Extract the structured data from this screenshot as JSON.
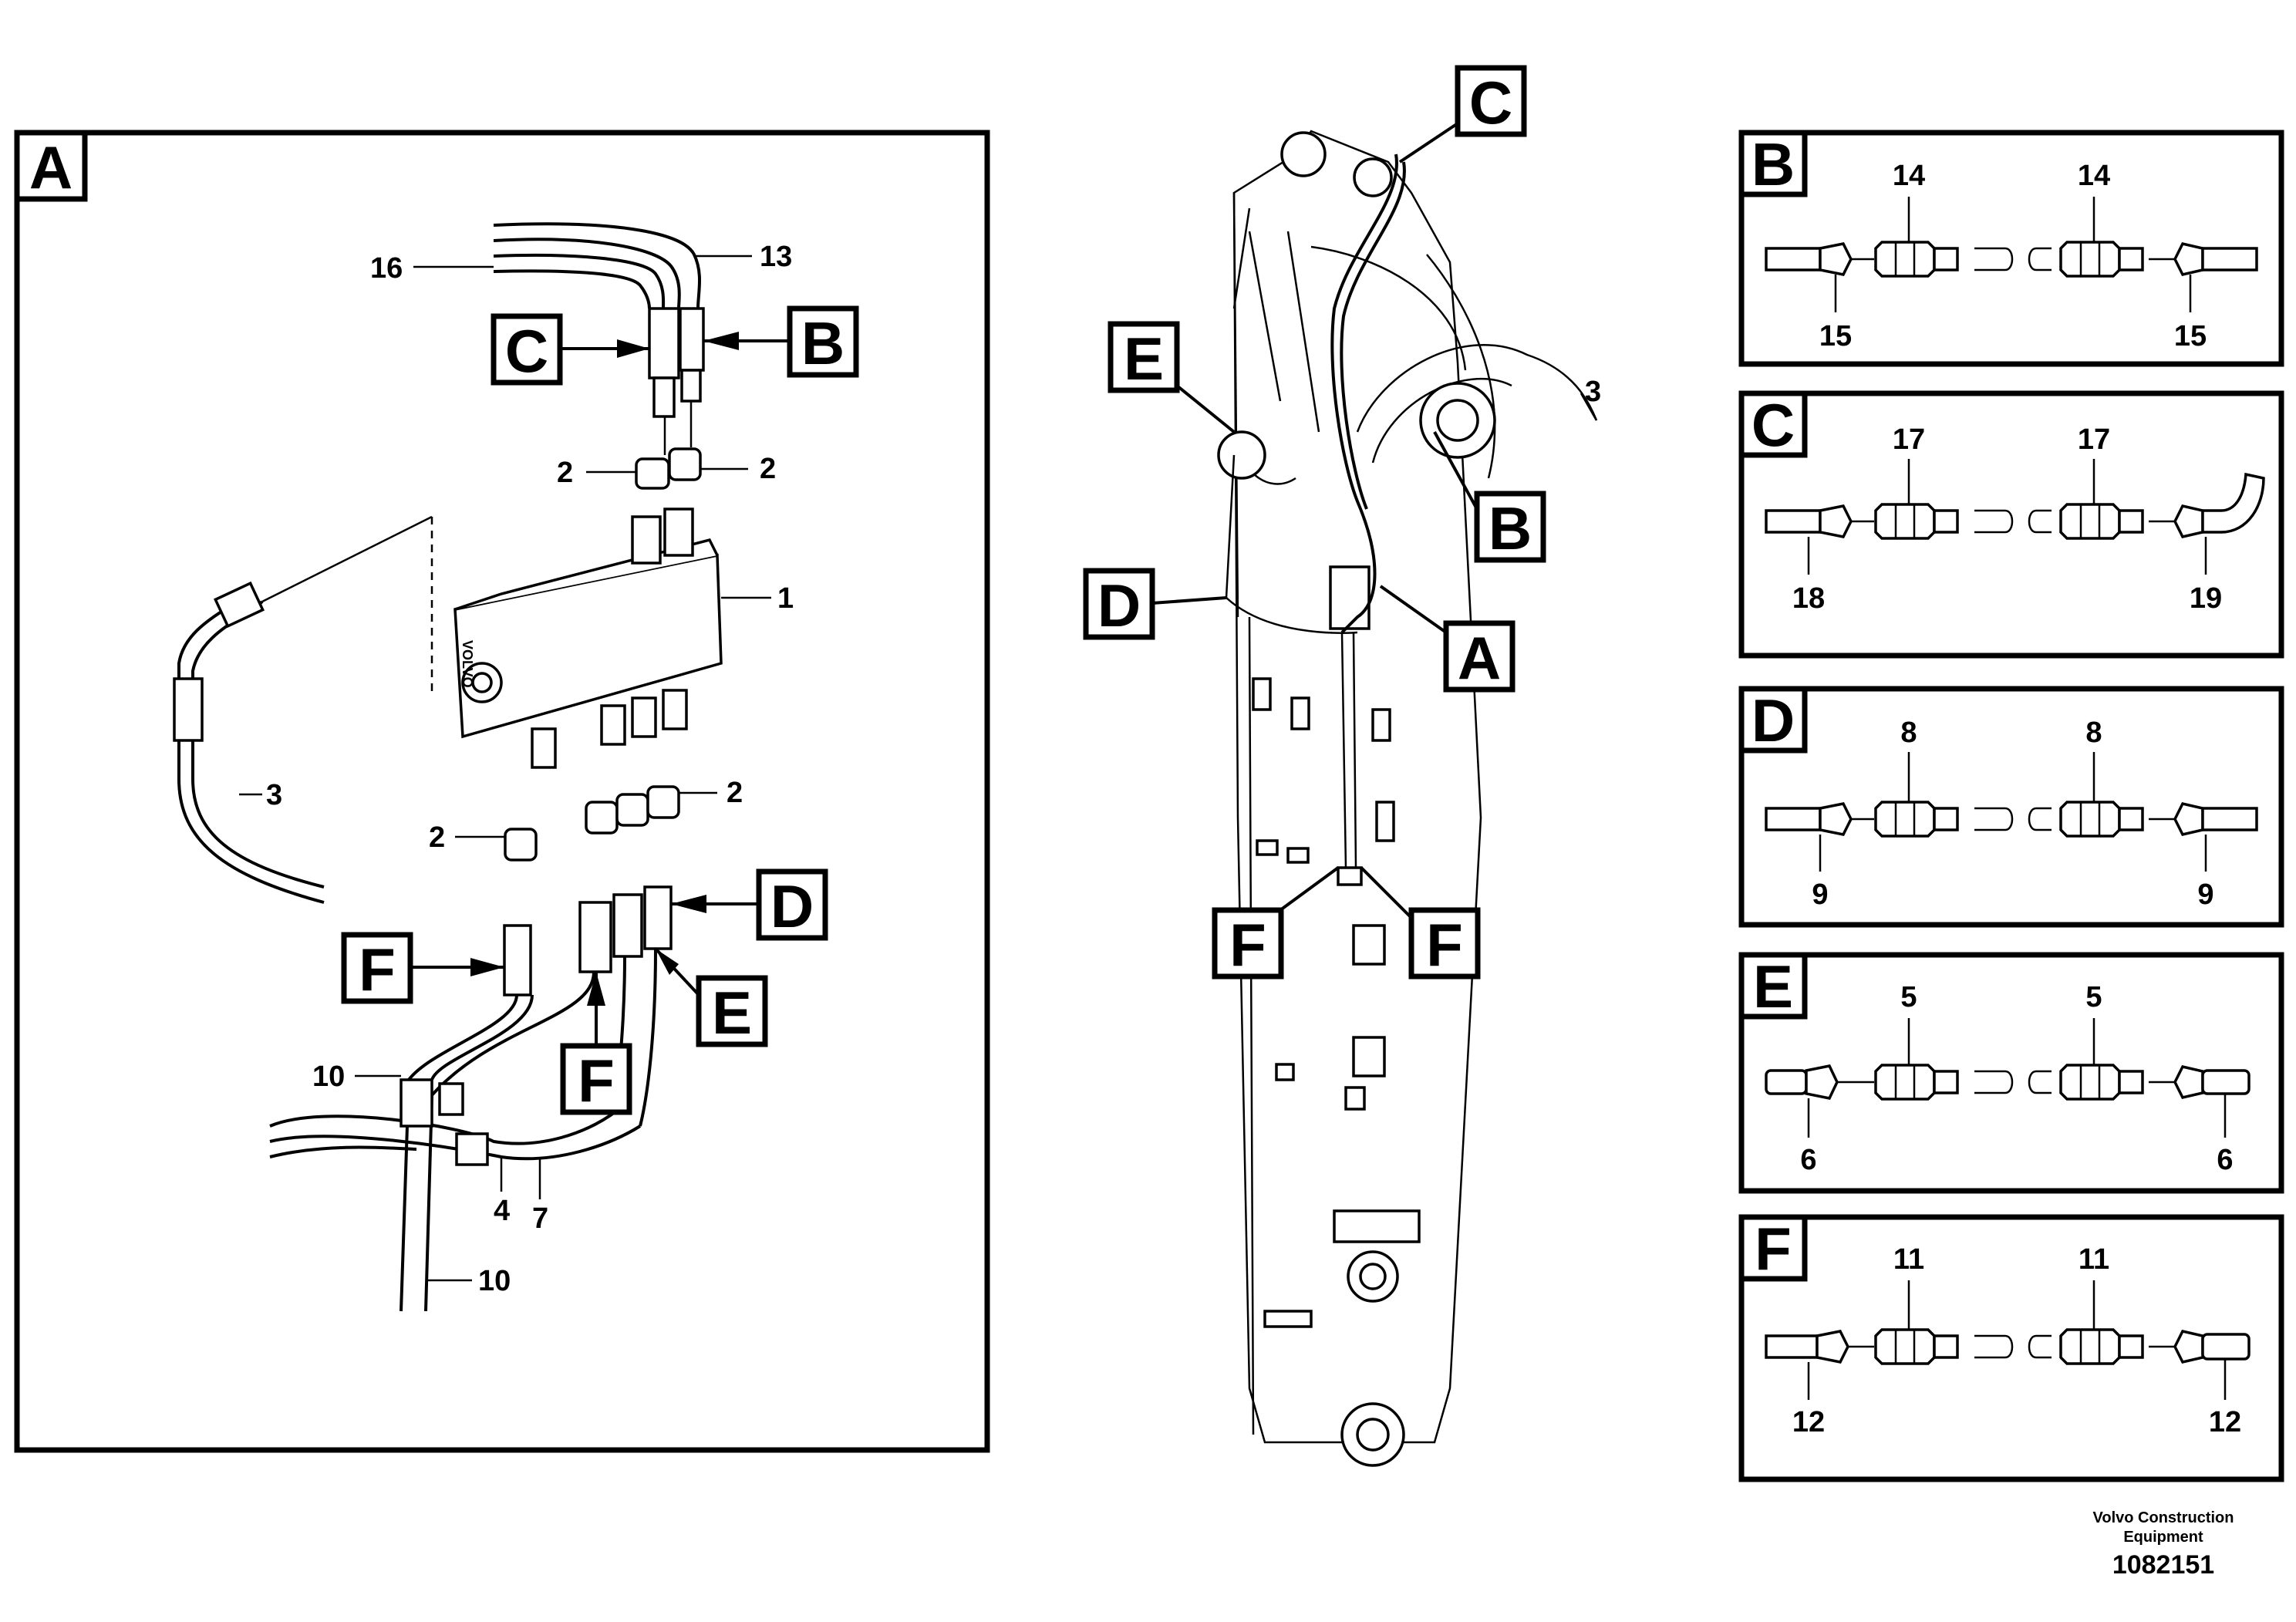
{
  "footer": {
    "company_line1": "Volvo Construction",
    "company_line2": "Equipment",
    "drawing_number": "1082151"
  },
  "callouts": {
    "A": "A",
    "B": "B",
    "C": "C",
    "D": "D",
    "E": "E",
    "F": "F"
  },
  "numbers": {
    "n1": "1",
    "n2": "2",
    "n3": "3",
    "n4": "4",
    "n5": "5",
    "n6": "6",
    "n7": "7",
    "n8": "8",
    "n9": "9",
    "n10": "10",
    "n11": "11",
    "n12": "12",
    "n13": "13",
    "n14": "14",
    "n15": "15",
    "n16": "16",
    "n17": "17",
    "n18": "18",
    "n19": "19"
  },
  "detail_panels": [
    {
      "letter": "B",
      "top_label": "14",
      "bottom_left": "15",
      "bottom_right": "15",
      "end": "straight"
    },
    {
      "letter": "C",
      "top_label": "17",
      "bottom_left": "18",
      "bottom_right": "19",
      "end": "elbow"
    },
    {
      "letter": "D",
      "top_label": "8",
      "bottom_left": "9",
      "bottom_right": "9",
      "end": "straight"
    },
    {
      "letter": "E",
      "top_label": "5",
      "bottom_left": "6",
      "bottom_right": "6",
      "end": "short"
    },
    {
      "letter": "F",
      "top_label": "11",
      "bottom_left": "12",
      "bottom_right": "12",
      "end": "short"
    }
  ],
  "valve_brand": "VOLVO"
}
